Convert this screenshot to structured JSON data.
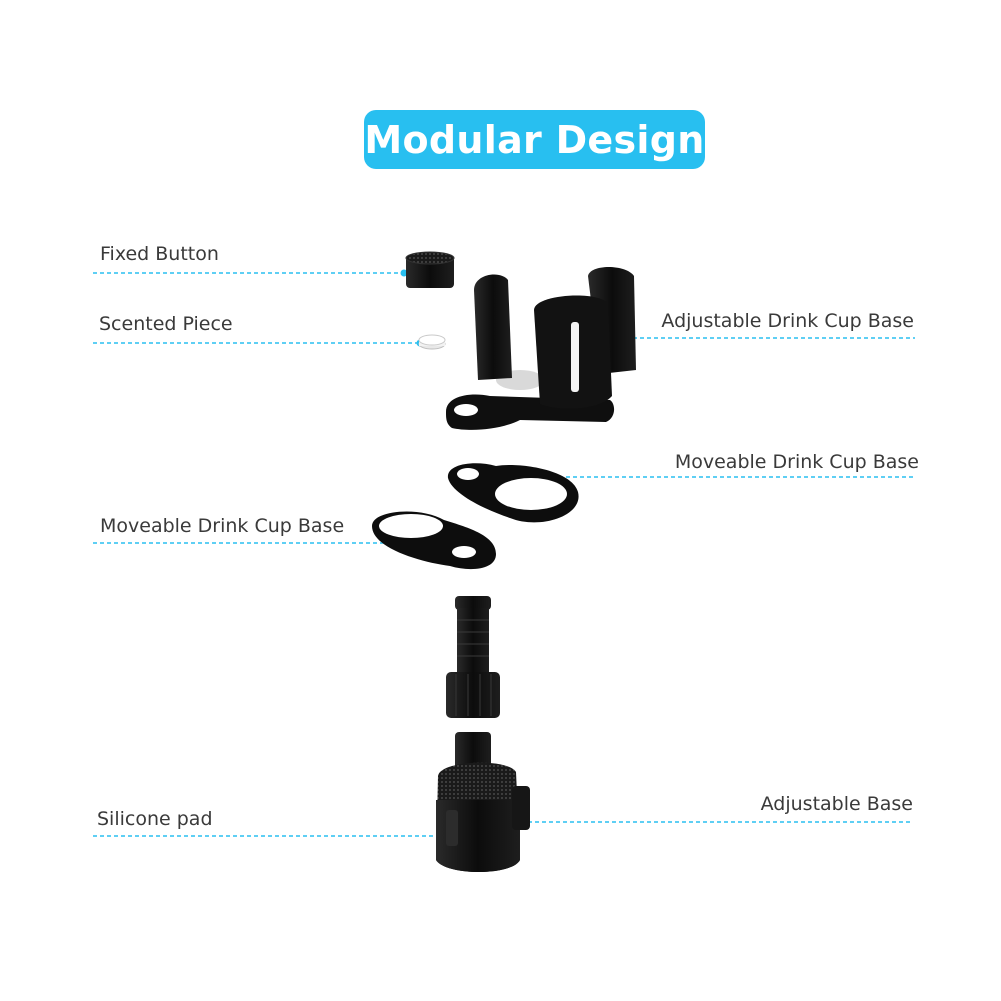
{
  "title": "Modular Design",
  "colors": {
    "accent": "#28bff0",
    "part": "#111111",
    "text": "#3a3a3a"
  },
  "parts": {
    "fixed_button": "Fixed Button",
    "scented_piece": "Scented Piece",
    "adjustable_drink_cup_base": "Adjustable Drink Cup Base",
    "moveable_drink_cup_base_right": "Moveable Drink Cup Base",
    "moveable_drink_cup_base_left": "Moveable Drink Cup Base",
    "silicone_pad": "Silicone pad",
    "adjustable_base": "Adjustable Base"
  }
}
